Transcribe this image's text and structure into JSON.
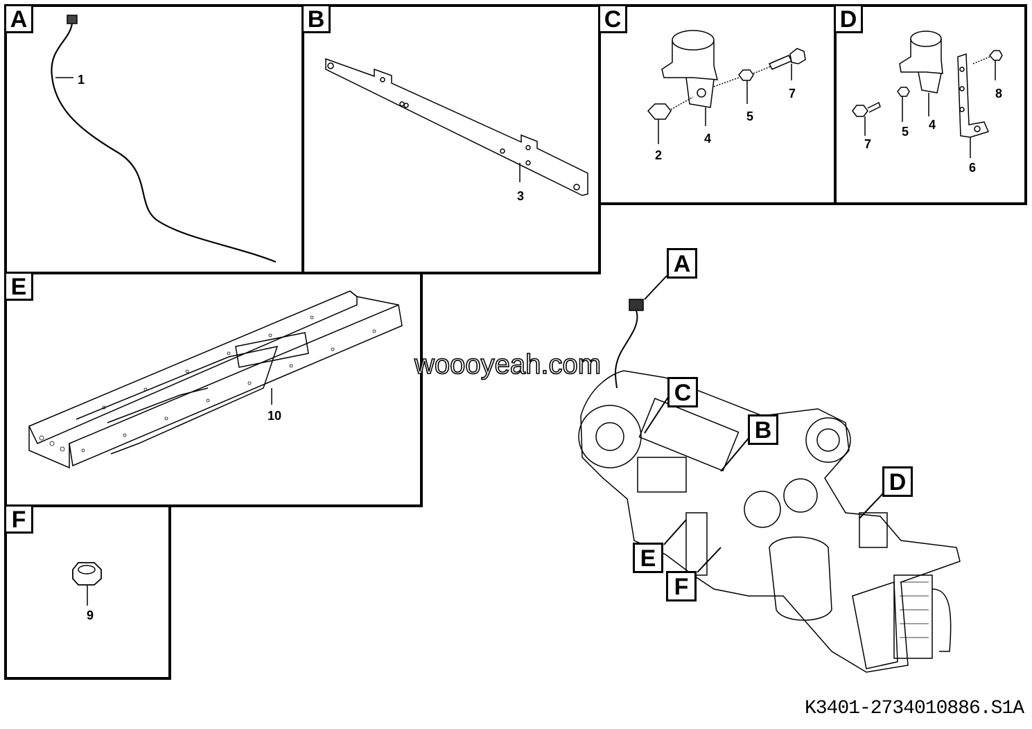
{
  "panels": {
    "A": {
      "label": "A",
      "parts": [
        "1"
      ]
    },
    "B": {
      "label": "B",
      "parts": [
        "3"
      ]
    },
    "C": {
      "label": "C",
      "parts": [
        "2",
        "4",
        "5",
        "7"
      ]
    },
    "D": {
      "label": "D",
      "parts": [
        "7",
        "5",
        "4",
        "8",
        "6"
      ]
    },
    "E": {
      "label": "E",
      "parts": [
        "10"
      ]
    },
    "F": {
      "label": "F",
      "parts": [
        "9"
      ]
    }
  },
  "callouts": [
    "A",
    "B",
    "C",
    "D",
    "E",
    "F"
  ],
  "watermark": "woooyeah.com",
  "document_id": "K3401-2734010886.S1A"
}
